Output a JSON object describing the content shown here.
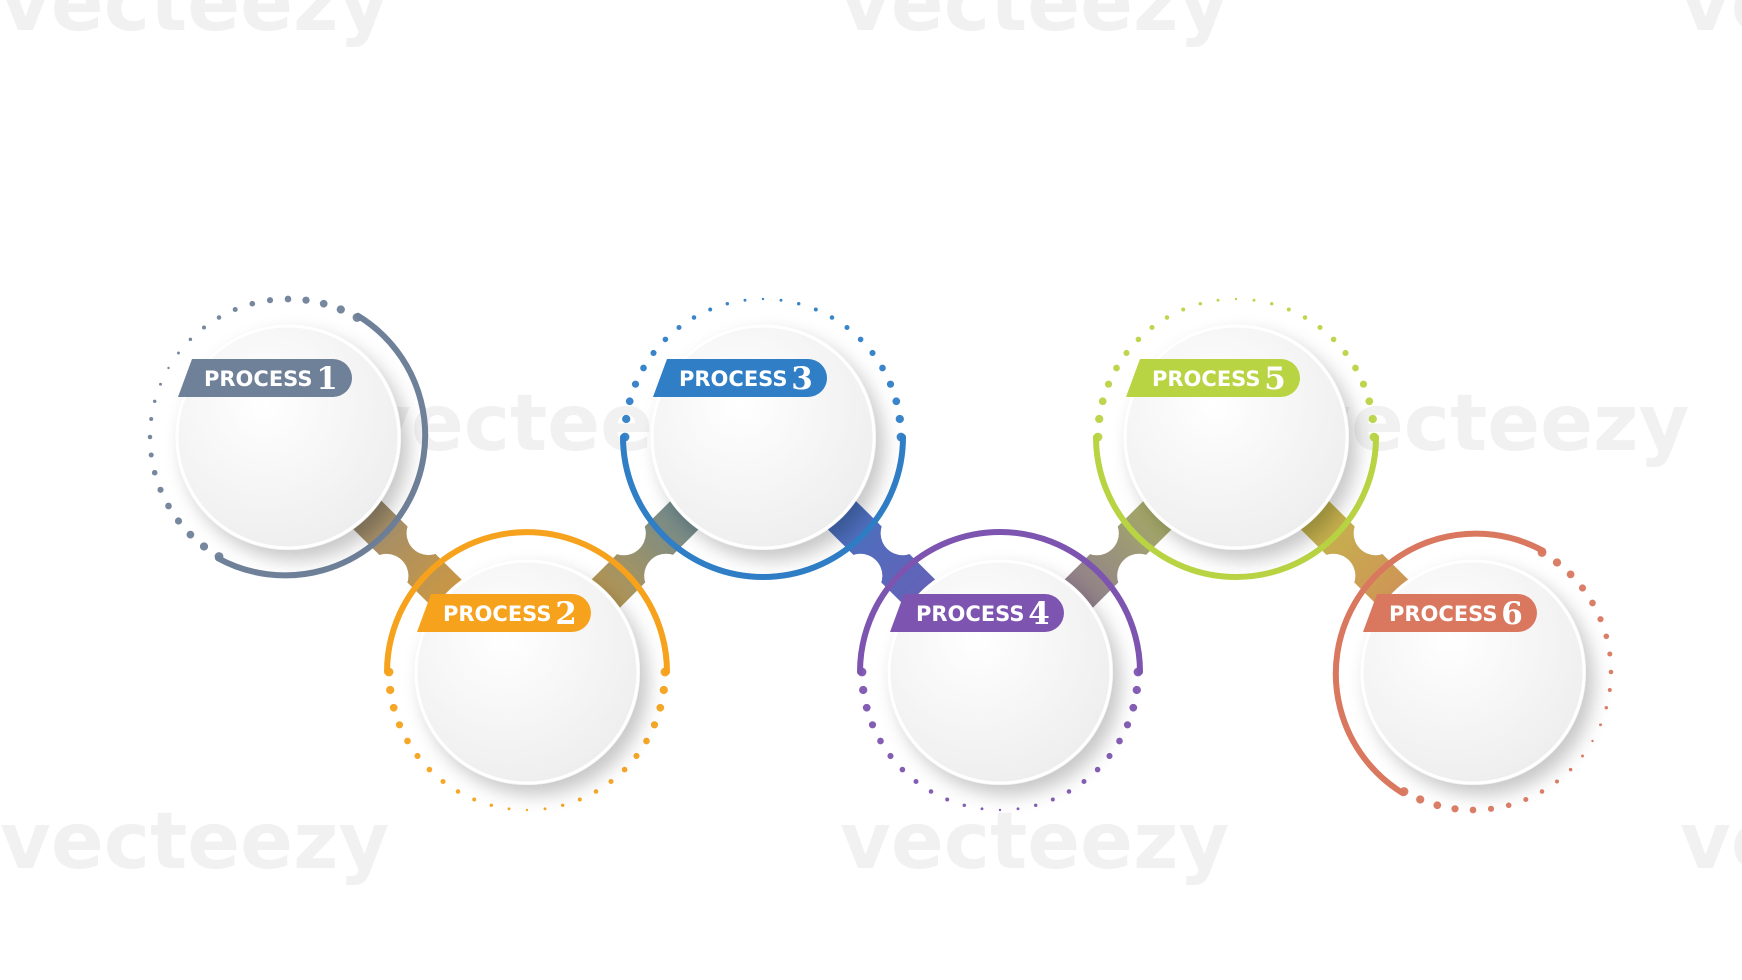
{
  "watermark": {
    "text": "vecteezy"
  },
  "steps": [
    {
      "label": "PROCESS",
      "number": "1",
      "color": "#6f8199"
    },
    {
      "label": "PROCESS",
      "number": "2",
      "color": "#f6a21c"
    },
    {
      "label": "PROCESS",
      "number": "3",
      "color": "#2f7ec6"
    },
    {
      "label": "PROCESS",
      "number": "4",
      "color": "#7d55b0"
    },
    {
      "label": "PROCESS",
      "number": "5",
      "color": "#b9d443"
    },
    {
      "label": "PROCESS",
      "number": "6",
      "color": "#d9775f"
    }
  ]
}
